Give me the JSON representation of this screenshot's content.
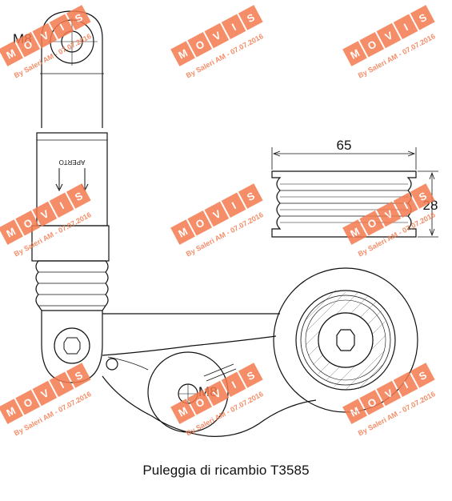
{
  "caption": "Puleggia di ricambio T3585",
  "labels": {
    "top_bolt": "M8",
    "center_bolt": "M8",
    "width_dim": "65",
    "height_dim": "28",
    "direction": "APERTO"
  },
  "watermark": {
    "brand_letters": [
      "M",
      "O",
      "V",
      "I",
      "S"
    ],
    "credit": "By Saleri AM - 07.07.2016",
    "color": "#f47a4e"
  }
}
